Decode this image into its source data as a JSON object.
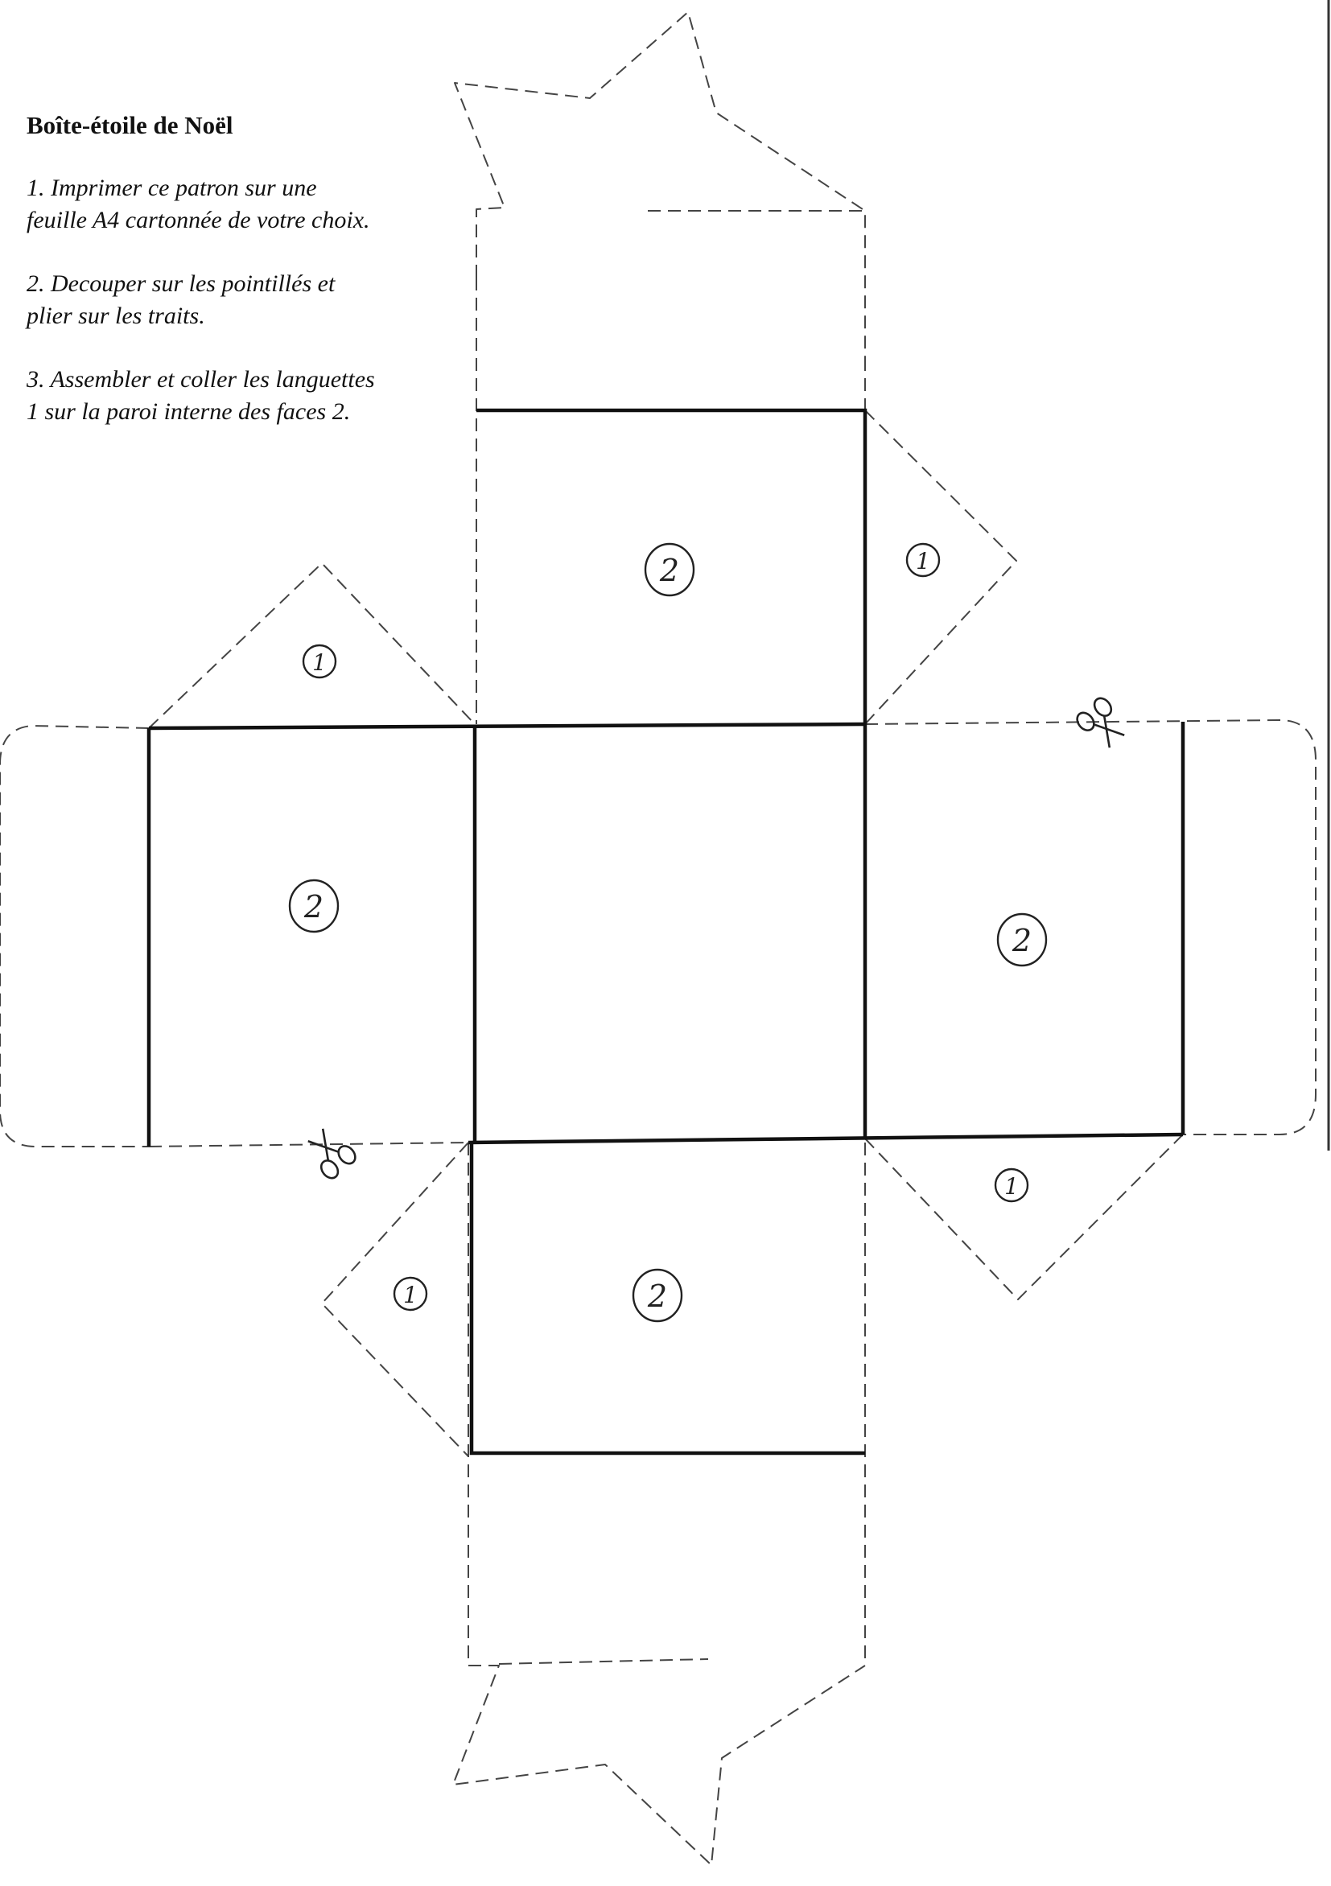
{
  "title": "Boîte-étoile de Noël",
  "steps": [
    "1. Imprimer ce patron sur une\nfeuille A4 cartonnée de votre choix.",
    "2. Decouper sur les pointillés et\nplier sur les traits.",
    "3. Assembler et coller les languettes\n1 sur la paroi interne des faces 2."
  ],
  "labels": {
    "tab": "1",
    "face": "2"
  },
  "icons": {
    "cut_marker": "scissors-icon"
  }
}
